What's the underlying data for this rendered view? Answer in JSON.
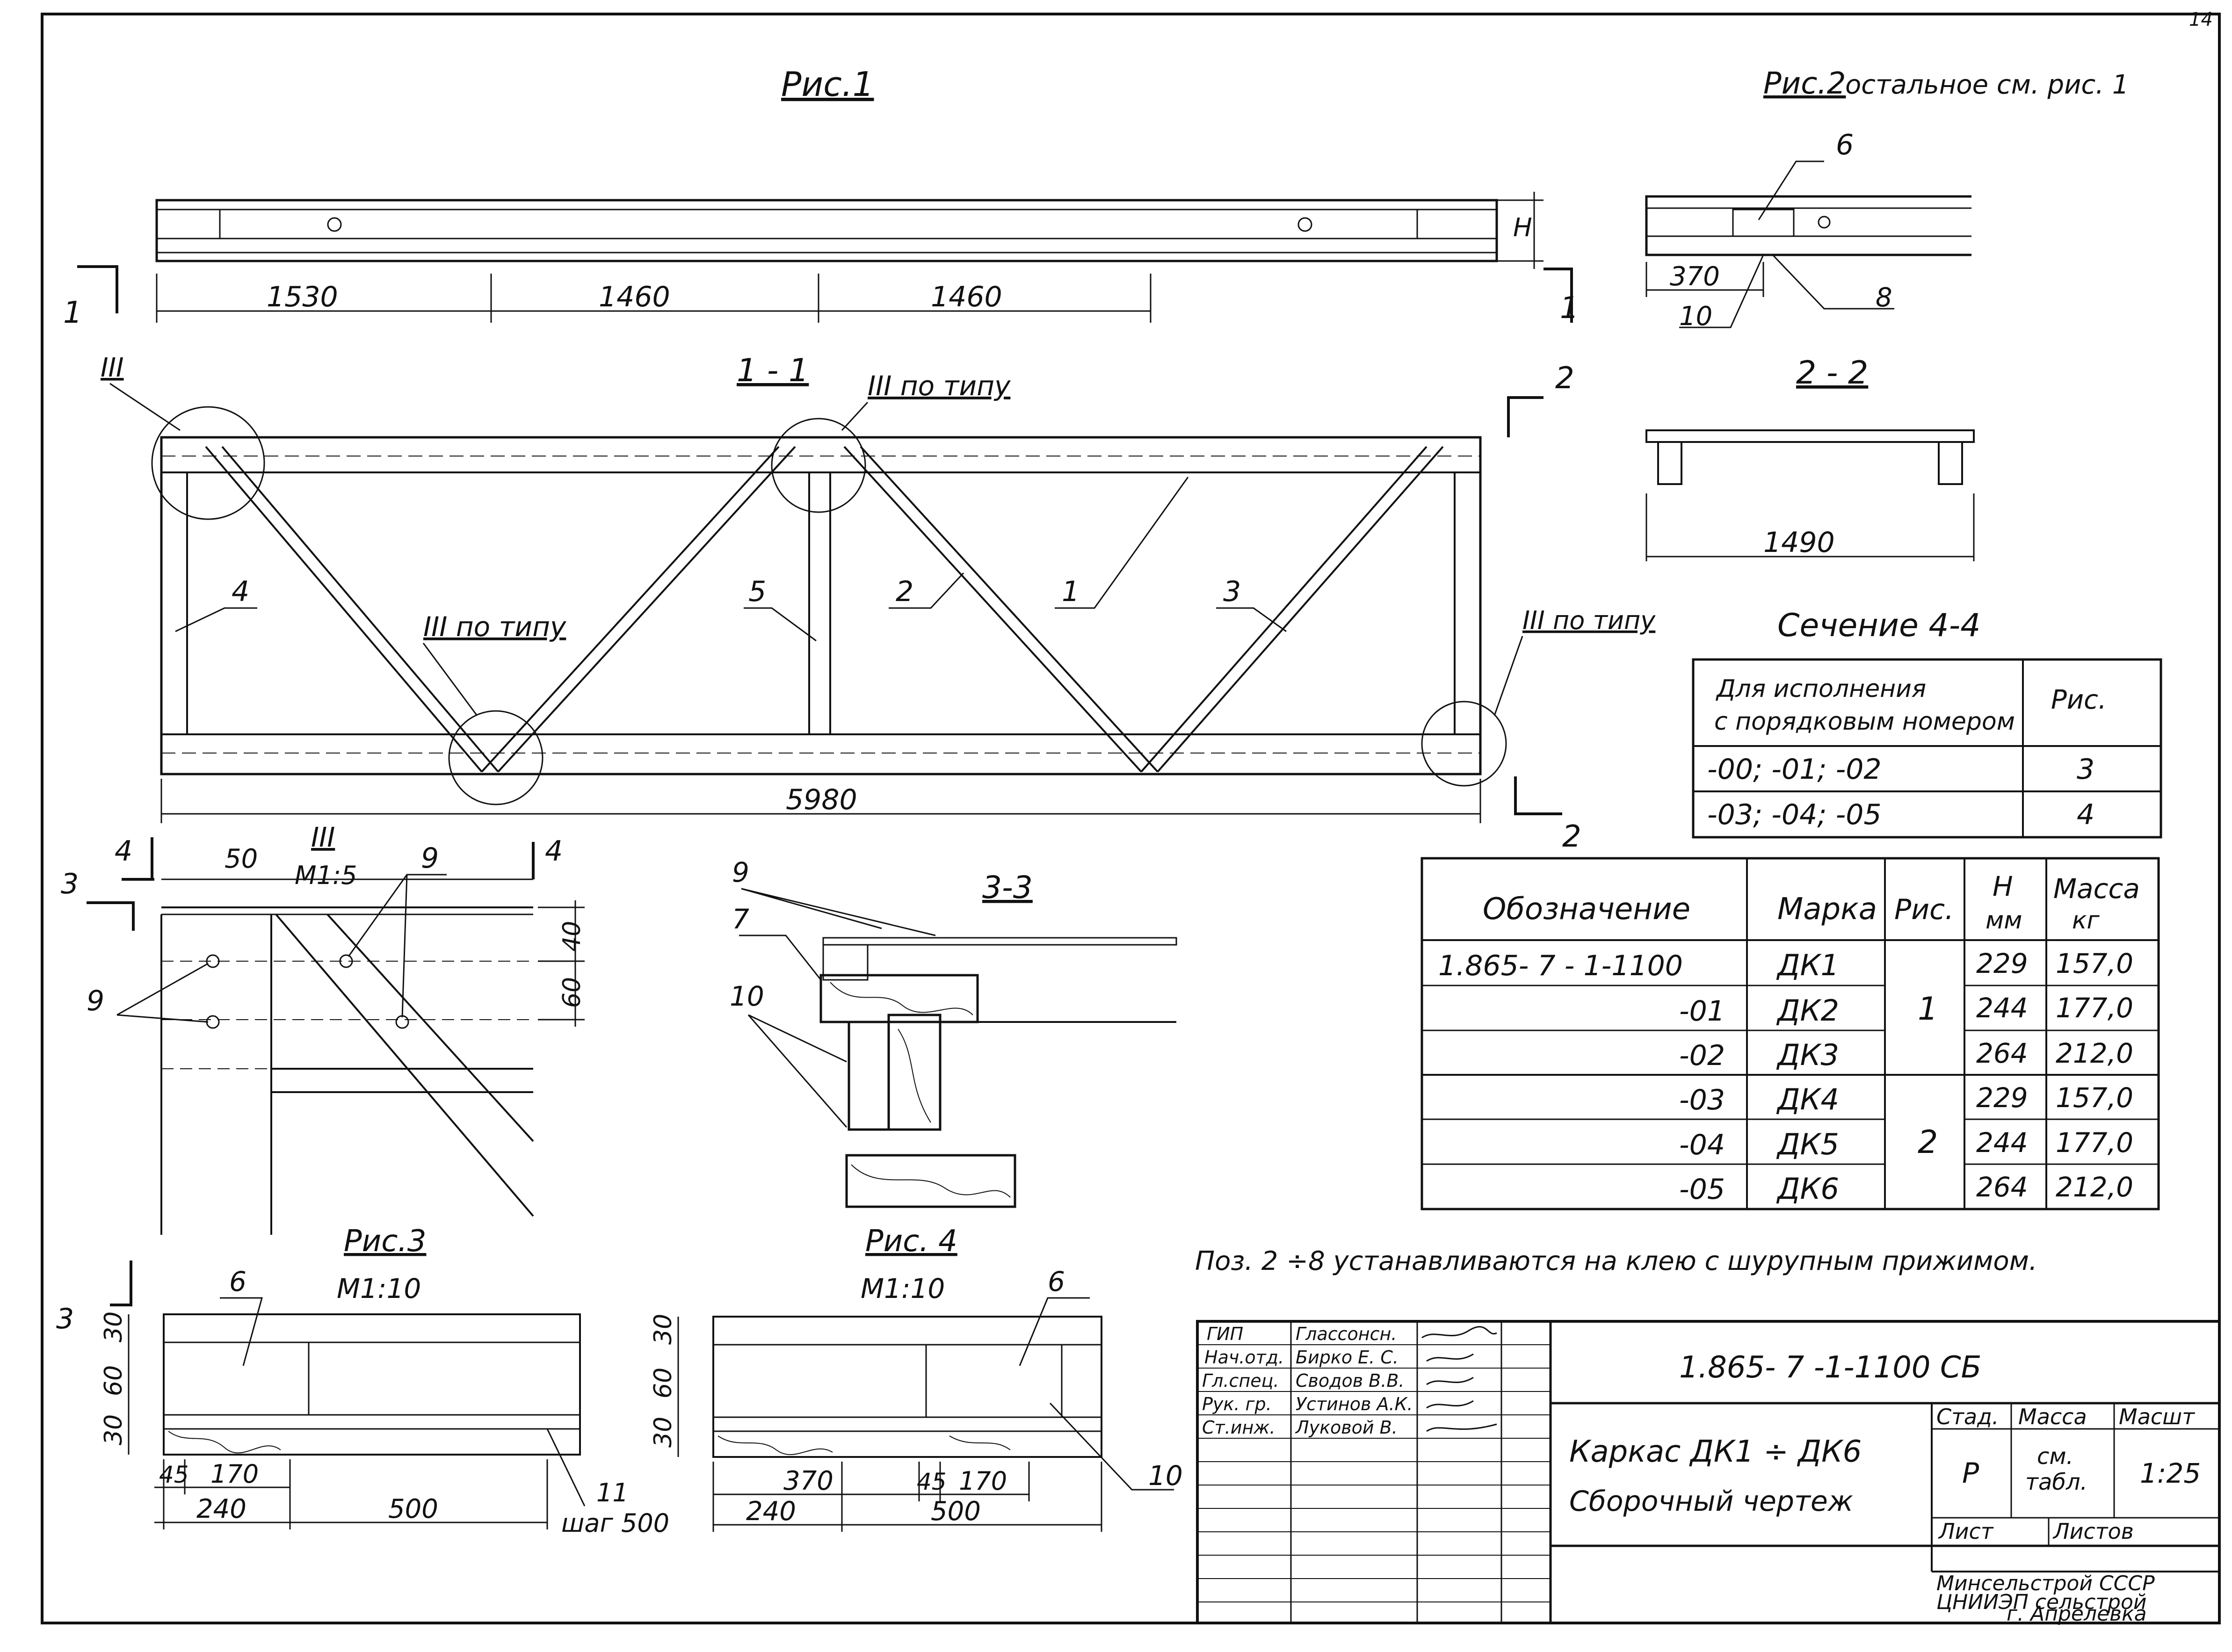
{
  "corner_mark": "14",
  "fig1": {
    "title": "Рис.1",
    "dim_h": "H",
    "dims": [
      "1530",
      "1460",
      "1460"
    ],
    "cut_label": "1"
  },
  "fig2": {
    "title": "Рис.2",
    "note": "остальное см. рис. 1",
    "dim": "370",
    "callouts": [
      "6",
      "10",
      "8"
    ]
  },
  "sec11": {
    "title": "1 - 1",
    "callout_iii": "III",
    "node_top": "III по типу",
    "node_bottom": "III по типу",
    "node_right": "III по типу",
    "parts": [
      "4",
      "5",
      "2",
      "1",
      "3"
    ],
    "length": "5980",
    "cut2": "2"
  },
  "sec22": {
    "title": "2 - 2",
    "dim": "1490"
  },
  "section44": {
    "title": "Сечение 4-4",
    "header_col1_line1": "Для исполнения",
    "header_col1_line2": "с порядковым номером",
    "header_col2": "Рис.",
    "rows": [
      {
        "variant": "-00; -01; -02",
        "fig": "3"
      },
      {
        "variant": "-03; -04; -05",
        "fig": "4"
      }
    ]
  },
  "marks_table": {
    "headers": {
      "designation": "Обозначение",
      "mark": "Марка",
      "fig": "Рис.",
      "h": "H",
      "h_unit": "мм",
      "mass": "Масса",
      "mass_unit": "кг"
    },
    "rows": [
      {
        "designation": "1.865- 7 - 1-1100",
        "mark": "ДК1",
        "h": "229",
        "mass": "157,0"
      },
      {
        "designation": "-01",
        "mark": "ДК2",
        "h": "244",
        "mass": "177,0"
      },
      {
        "designation": "-02",
        "mark": "ДК3",
        "h": "264",
        "mass": "212,0"
      },
      {
        "designation": "-03",
        "mark": "ДК4",
        "h": "229",
        "mass": "157,0"
      },
      {
        "designation": "-04",
        "mark": "ДК5",
        "h": "244",
        "mass": "177,0"
      },
      {
        "designation": "-05",
        "mark": "ДК6",
        "h": "264",
        "mass": "212,0"
      }
    ],
    "fig_groups": [
      "1",
      "2"
    ]
  },
  "node3": {
    "title": "III",
    "scale": "М1:5",
    "dim_top": "50",
    "dims_right": [
      "40",
      "60"
    ],
    "callouts": [
      "9",
      "9"
    ],
    "cut4": "4",
    "cut3": "3"
  },
  "sec33": {
    "title": "3-3",
    "callouts": [
      "9",
      "7",
      "10"
    ]
  },
  "fig3": {
    "title": "Рис.3",
    "scale": "М1:10",
    "callouts": [
      "6",
      "11"
    ],
    "step_note": "шаг 500",
    "dims_left": [
      "30",
      "60",
      "30"
    ],
    "dims_bottom": [
      "45",
      "170",
      "240",
      "500"
    ]
  },
  "fig4": {
    "title": "Рис. 4",
    "scale": "М1:10",
    "callouts": [
      "6",
      "10"
    ],
    "dims_left": [
      "30",
      "60",
      "30"
    ],
    "dims_bottom": [
      "370",
      "45",
      "170",
      "240",
      "500"
    ]
  },
  "note": "Поз. 2 ÷8 устанавливаются на клею с шурупным прижимом.",
  "title_block": {
    "code": "1.865- 7 -1-1100 СБ",
    "roles": [
      "ГИП",
      "Нач.отд.",
      "Гл.спец.",
      "Рук. гр.",
      "Ст.инж."
    ],
    "names": [
      "Глассонсн.",
      "Бирко Е. С.",
      "Сводов В.В.",
      "Устинов А.К.",
      "Луковой В."
    ],
    "title_line1": "Каркас ДК1 ÷ ДК6",
    "title_line2": "Сборочный чертеж",
    "col_stage": "Стад.",
    "col_mass": "Масса",
    "col_scale": "Масшт",
    "stage": "Р",
    "mass_line1": "см.",
    "mass_line2": "табл.",
    "scale": "1:25",
    "sheet": "Лист",
    "sheets": "Листов",
    "org_line1": "Минсельстрой СССР",
    "org_line2": "ЦНИИЭП сельстрой",
    "org_line3": "г. Апрелевка"
  }
}
